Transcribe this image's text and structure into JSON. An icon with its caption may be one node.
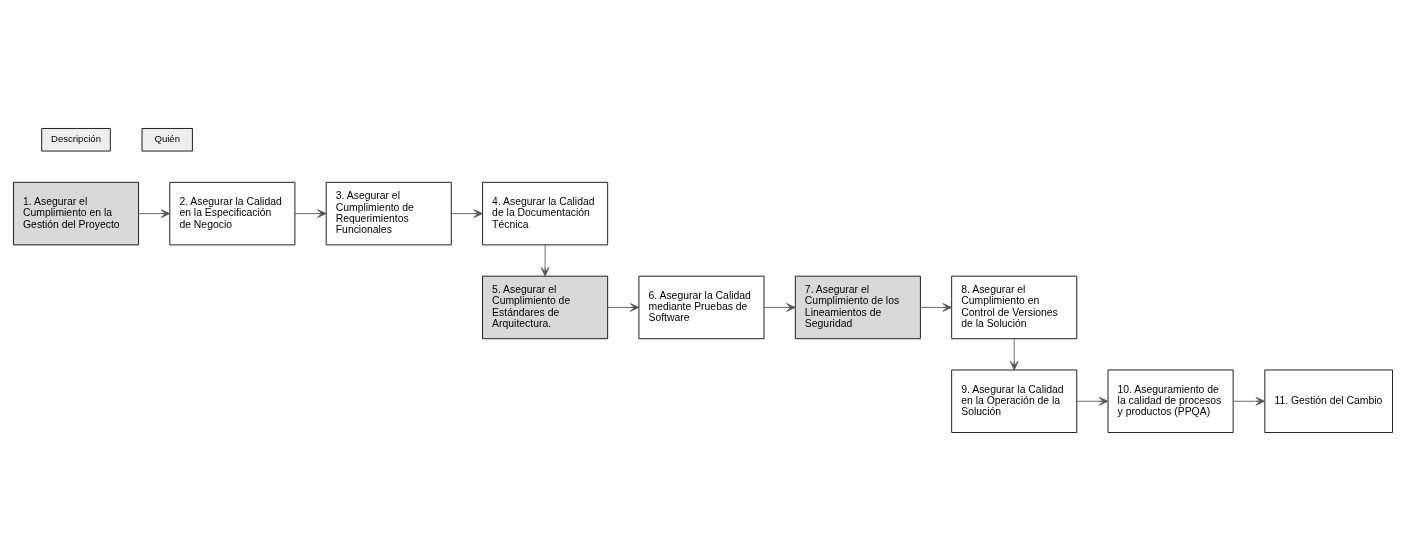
{
  "diagram": {
    "nodes": [
      {
        "text": [
          "1. Asegurar el Cumplimiento en la Gestión del Proyecto"
        ]
      },
      {
        "text": [
          "2. Asegurar la Calidad en la Especificación de Negocio"
        ]
      },
      {
        "text": [
          "3. Asegurar el Cumplimiento de Requerimientos Funcionales"
        ]
      },
      {
        "text": [
          "4. Asegurar la Calidad de la Documentación Técnica"
        ]
      },
      {
        "text": [
          "5. Asegurar el Cumplimiento de Estándares de Arquitectura."
        ]
      },
      {
        "text": [
          "6. Asegurar la Calidad mediante Pruebas de Software"
        ]
      },
      {
        "text": [
          "7. Asegurar el Cumplimiento de los Lineamientos de Seguridad"
        ]
      },
      {
        "text": [
          "8. Asegurar el Cumplimiento en Control de Versiones de la Solución"
        ]
      },
      {
        "text": [
          "9. Asegurar la Calidad en la Operación de la Solución"
        ]
      },
      {
        "text": [
          "10. Aseguramiento de la calidad de procesos y productos (PPQA)"
        ]
      },
      {
        "text": [
          "11. Gestión del Cambio"
        ]
      }
    ],
    "edges": [
      {
        "from": 0,
        "to": 1,
        "arrow": "to"
      },
      {
        "from": 1,
        "to": 2,
        "arrow": "to"
      },
      {
        "from": 2,
        "to": 3,
        "arrow": "to"
      },
      {
        "from": 3,
        "to": 4,
        "arrow": "to"
      },
      {
        "from": 4,
        "to": 5,
        "arrow": "to"
      },
      {
        "from": 5,
        "to": 6,
        "arrow": "to"
      },
      {
        "from": 6,
        "to": 7,
        "arrow": "to"
      },
      {
        "from": 7,
        "to": 8,
        "arrow": "to"
      },
      {
        "from": 8,
        "to": 9,
        "arrow": "to"
      },
      {
        "from": 9,
        "to": 10,
        "arrow": "to"
      }
    ],
    "labels": [
      "Quién",
      "Descripción"
    ]
  }
}
